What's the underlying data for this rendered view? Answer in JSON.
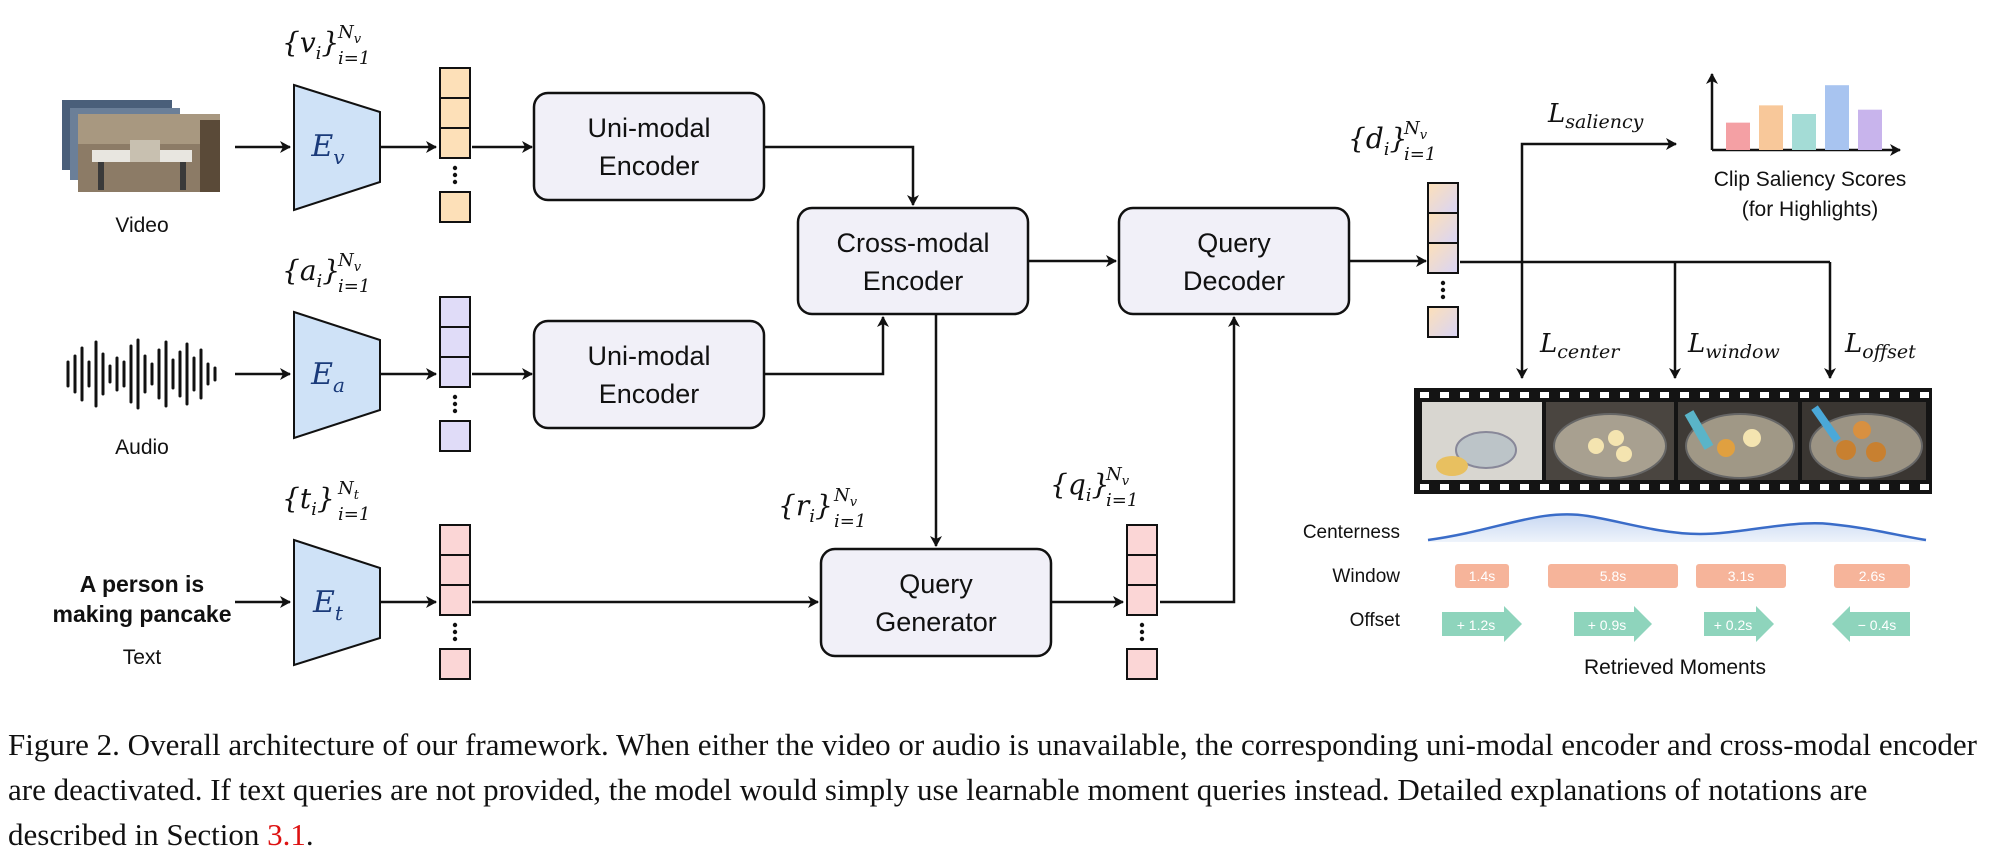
{
  "inputs": {
    "video_label": "Video",
    "audio_label": "Audio",
    "text_label": "Text",
    "text_query_line1": "A person is",
    "text_query_line2": "making pancake"
  },
  "encoders": {
    "video_encoder": "E",
    "video_encoder_sub": "v",
    "audio_encoder": "E",
    "audio_encoder_sub": "a",
    "text_encoder": "E",
    "text_encoder_sub": "t"
  },
  "features": {
    "video": {
      "base": "{v",
      "sub_i": "i",
      "close": "}",
      "sup": "N",
      "sup_sub": "v",
      "lower": "i=1"
    },
    "audio": {
      "base": "{a",
      "sub_i": "i",
      "close": "}",
      "sup": "N",
      "sup_sub": "v",
      "lower": "i=1"
    },
    "text": {
      "base": "{t",
      "sub_i": "i",
      "close": "}",
      "sup": "N",
      "sup_sub": "t",
      "lower": "i=1"
    },
    "r": {
      "base": "{r",
      "sub_i": "i",
      "close": "}",
      "sup": "N",
      "sup_sub": "v",
      "lower": "i=1"
    },
    "q": {
      "base": "{q",
      "sub_i": "i",
      "close": "}",
      "sup": "N",
      "sup_sub": "v",
      "lower": "i=1"
    },
    "d": {
      "base": "{d",
      "sub_i": "i",
      "close": "}",
      "sup": "N",
      "sup_sub": "v",
      "lower": "i=1"
    }
  },
  "modules": {
    "unimodal_video": [
      "Uni-modal",
      "Encoder"
    ],
    "unimodal_audio": [
      "Uni-modal",
      "Encoder"
    ],
    "crossmodal": [
      "Cross-modal",
      "Encoder"
    ],
    "query_decoder": [
      "Query",
      "Decoder"
    ],
    "query_generator": [
      "Query",
      "Generator"
    ]
  },
  "losses": {
    "saliency": {
      "main": "L",
      "sub": "saliency"
    },
    "center": {
      "main": "L",
      "sub": "center"
    },
    "window": {
      "main": "L",
      "sub": "window"
    },
    "offset": {
      "main": "L",
      "sub": "offset"
    }
  },
  "saliency_chart": {
    "title_line1": "Clip Saliency Scores",
    "title_line2": "(for Highlights)",
    "colors": [
      "#f4a0a4",
      "#f8c89a",
      "#a4dcd6",
      "#a8c4f0",
      "#c8b4ec"
    ]
  },
  "outputs": {
    "centerness_label": "Centerness",
    "window_label": "Window",
    "offset_label": "Offset",
    "retrieved_label": "Retrieved Moments",
    "windows": [
      "1.4s",
      "5.8s",
      "3.1s",
      "2.6s"
    ],
    "offsets": [
      "+ 1.2s",
      "+ 0.9s",
      "+ 0.2s",
      "− 0.4s"
    ]
  },
  "caption": {
    "text": "Figure 2.  Overall architecture of our framework.  When either the video or audio is unavailable, the corresponding uni-modal encoder and cross-modal encoder are deactivated. If text queries are not provided, the model would simply use learnable moment queries instead. Detailed explanations of notations are described in Section ",
    "ref": "3.1",
    "end": "."
  },
  "colors": {
    "encoder_fill": "#cfe2f7",
    "video_token": "#fde0b8",
    "audio_token": "#e0dcf8",
    "text_token": "#fbd6d6",
    "module_fill": "#f1f0f8",
    "window_chip": "#f6b49a",
    "offset_chip": "#8ed4bc",
    "centerness_curve": "#3a6cc8"
  }
}
